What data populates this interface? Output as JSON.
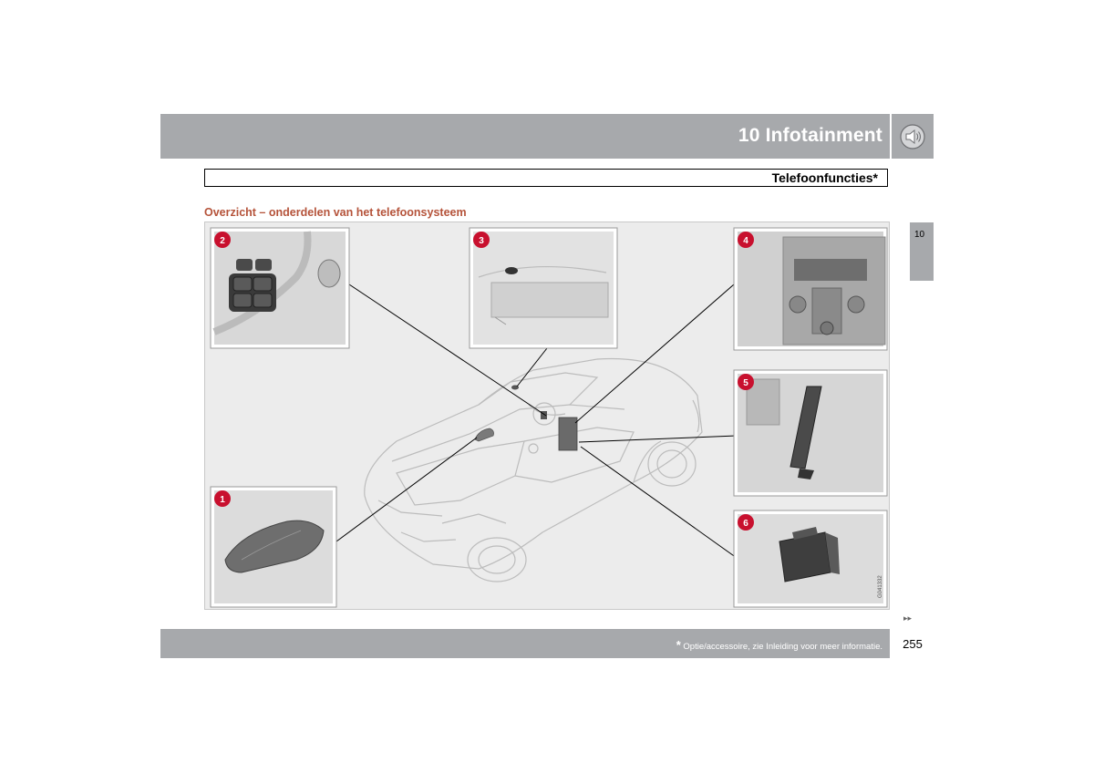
{
  "header": {
    "chapter_title": "10 Infotainment",
    "chapter_icon": "speaker-icon"
  },
  "section": {
    "title": "Telefoonfuncties*"
  },
  "side_tab": {
    "label": "10"
  },
  "overview": {
    "heading": "Overzicht – onderdelen van het telefoonsysteem"
  },
  "figure": {
    "callouts": [
      "1",
      "2",
      "3",
      "4",
      "5",
      "6"
    ],
    "code": "G041332"
  },
  "footer": {
    "asterisk": "*",
    "footnote": "Optie/accessoire, zie Inleiding voor meer informatie.",
    "page_number": "255",
    "continue_marker": "▸▸"
  },
  "colors": {
    "bar_grey": "#a7a9ac",
    "heading_red": "#b5533a",
    "badge_red": "#c8102e"
  }
}
